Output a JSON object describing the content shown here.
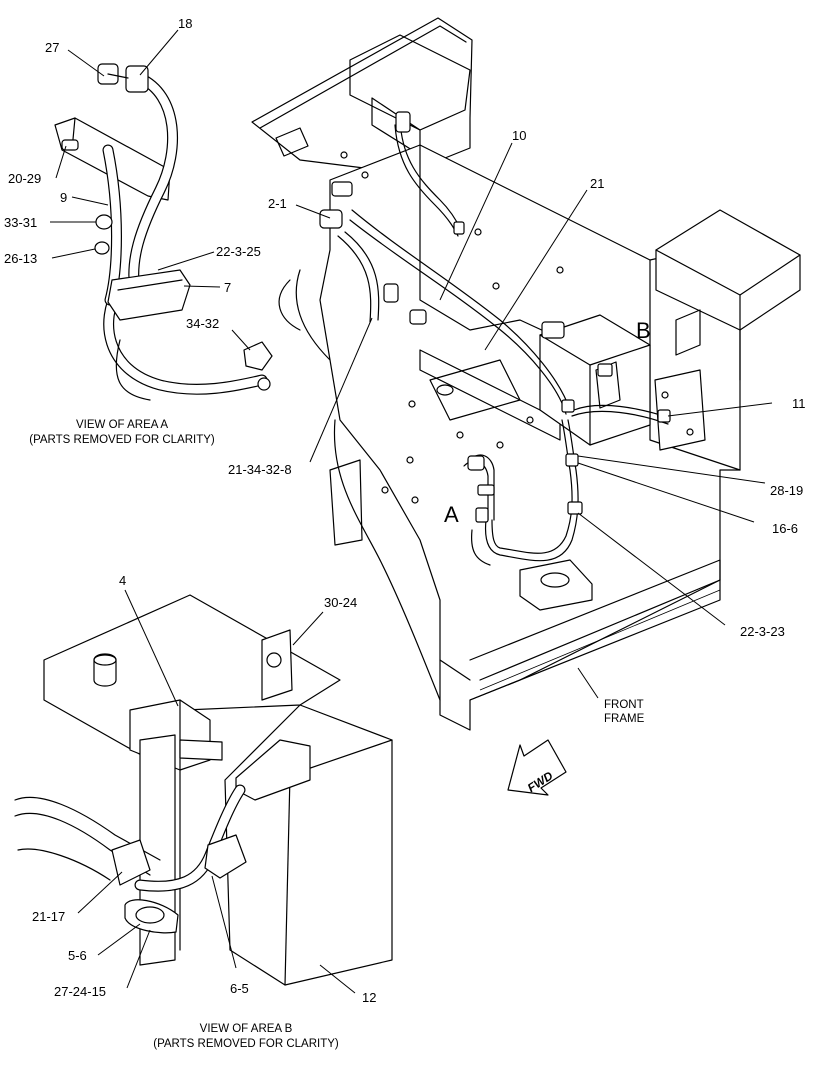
{
  "callouts": {
    "c18": "18",
    "c27": "27",
    "c20_29": "20-29",
    "c9": "9",
    "c33_31": "33-31",
    "c26_13": "26-13",
    "c22_3_25": "22-3-25",
    "c7": "7",
    "c34_32": "34-32",
    "c10": "10",
    "c2_1": "2-1",
    "c21": "21",
    "c11": "11",
    "c28_19": "28-19",
    "c16_6": "16-6",
    "c22_3_23": "22-3-23",
    "c21_34_32_8": "21-34-32-8",
    "c4": "4",
    "c30_24": "30-24",
    "c21_17": "21-17",
    "c5_6": "5-6",
    "c27_24_15": "27-24-15",
    "c6_5": "6-5",
    "c12": "12"
  },
  "area_markers": {
    "a": "A",
    "b": "B"
  },
  "front_frame": {
    "line1": "FRONT",
    "line2": "FRAME"
  },
  "fwd_arrow": "FWD",
  "captions": {
    "area_a_line1": "VIEW OF AREA  A",
    "area_a_line2": "(PARTS REMOVED FOR CLARITY)",
    "area_b_line1": "VIEW OF AREA  B",
    "area_b_line2": "(PARTS REMOVED FOR CLARITY)"
  }
}
